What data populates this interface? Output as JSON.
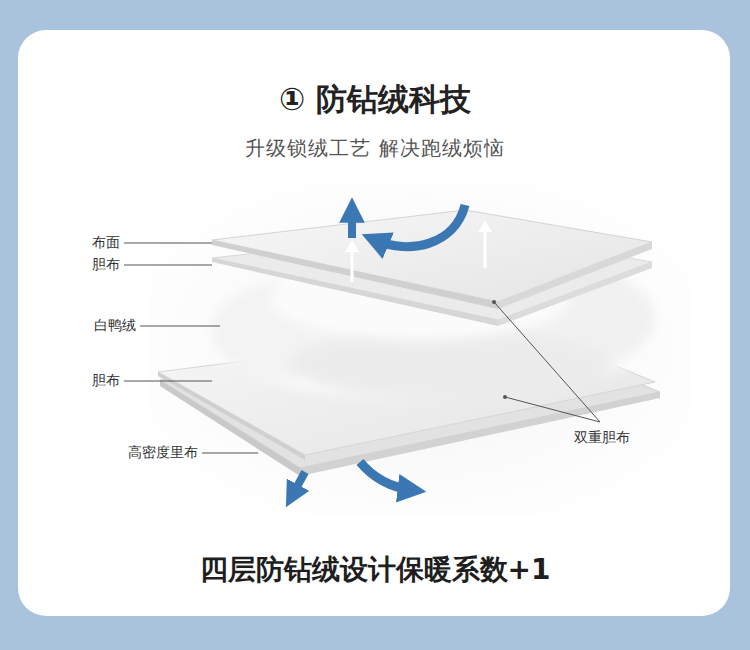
{
  "diagram": {
    "title": "① 防钻绒科技",
    "caption": "四层防钻绒设计保暖系数+1",
    "labels": [
      "升级锁绒工艺 解决跑绒烦恼",
      "布面",
      "胆布",
      "白鸭绒",
      "胆布",
      "高密度里布",
      "双重胆布"
    ]
  }
}
